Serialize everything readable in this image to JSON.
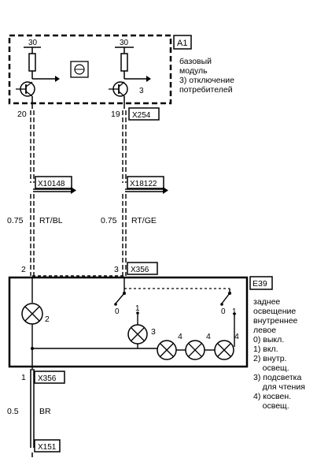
{
  "module": {
    "id": "A1",
    "desc": [
      "базовый",
      "модуль",
      "3) отключение",
      "потребителей"
    ],
    "pin_left_top": "30",
    "pin_right_top": "30",
    "pin_right_side": "3"
  },
  "pins_out": {
    "left": "20",
    "right": "19"
  },
  "connectors": {
    "x254": "X254",
    "x10148": "X10148",
    "x18122": "X18122",
    "x356_top": "X356",
    "x356_bottom": "X356",
    "x151": "X151"
  },
  "wires": {
    "left_size": "0.75",
    "left_color": "RT/BL",
    "right_size": "0.75",
    "right_color": "RT/GE",
    "bottom_size": "0.5",
    "bottom_color": "BR"
  },
  "pins_in": {
    "left": "2",
    "right": "3",
    "bottom": "1"
  },
  "unit": {
    "id": "E39",
    "lamp_main": "2",
    "lamp_3": "3",
    "lamp_4a": "4",
    "lamp_4b": "4",
    "lamp_4c": "4",
    "sw1_off": "0",
    "sw1_on": "1",
    "sw2_off": "0",
    "sw2_on": "1",
    "desc": [
      "заднее",
      "освещение",
      "внутреннее",
      "левое",
      "0) выкл.",
      "1) вкл.",
      "2) внутр.",
      "    освещ.",
      "3) подсветка",
      "    для чтения",
      "4) косвен.",
      "    освещ."
    ]
  }
}
